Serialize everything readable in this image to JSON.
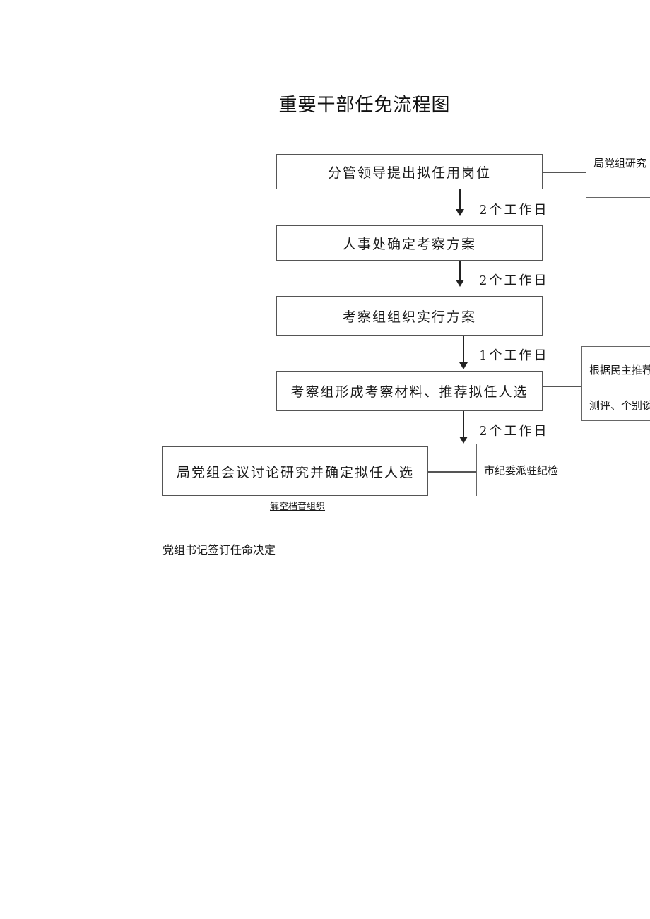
{
  "title": "重要干部任免流程图",
  "steps": [
    "分管领导提出拟任用岗位",
    "人事处确定考察方案",
    "考察组组织实行方案",
    "考察组形成考察材料、推荐拟任人选",
    "局党组会议讨论研究并确定拟任人选"
  ],
  "durations": [
    "2个工作日",
    "2个工作日",
    "1个工作日",
    "2个工作日"
  ],
  "side_notes": {
    "party_group": {
      "line1": "局党组研究",
      "line2": ""
    },
    "democratic": {
      "line1": "根据民主推荐",
      "line2": "测评、个别谈"
    },
    "discipline": {
      "line1": "市纪委派驻纪检"
    }
  },
  "footnotes": {
    "archive": "解空档音组织",
    "sign": "党组书记签订任命决定"
  }
}
